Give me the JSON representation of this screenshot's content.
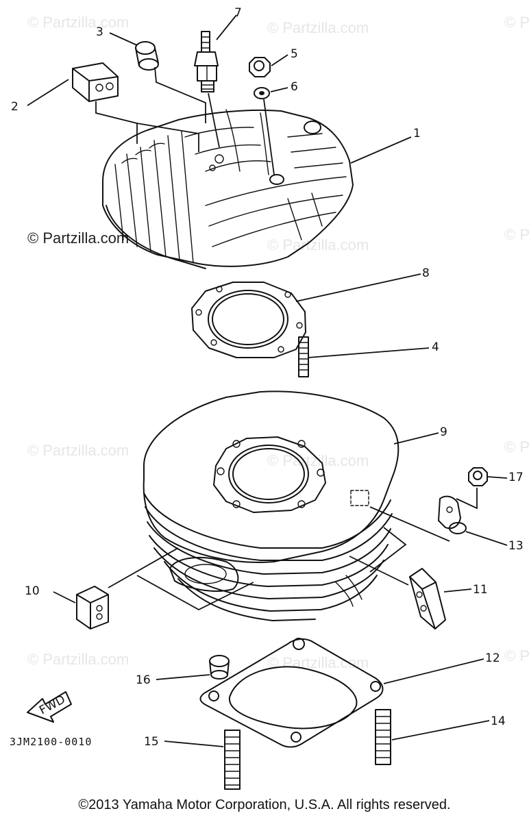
{
  "watermark": {
    "text": "© Partzilla.com"
  },
  "diagram_code": "3JM2100-0010",
  "fwd_label": "FWD",
  "callouts": {
    "c1": "1",
    "c2": "2",
    "c3": "3",
    "c4": "4",
    "c5": "5",
    "c6": "6",
    "c7": "7",
    "c8": "8",
    "c9": "9",
    "c10": "10",
    "c11": "11",
    "c12": "12",
    "c13": "13",
    "c14": "14",
    "c15": "15",
    "c16": "16",
    "c17": "17"
  },
  "copyright": "©2013 Yamaha Motor Corporation, U.S.A. All rights reserved."
}
